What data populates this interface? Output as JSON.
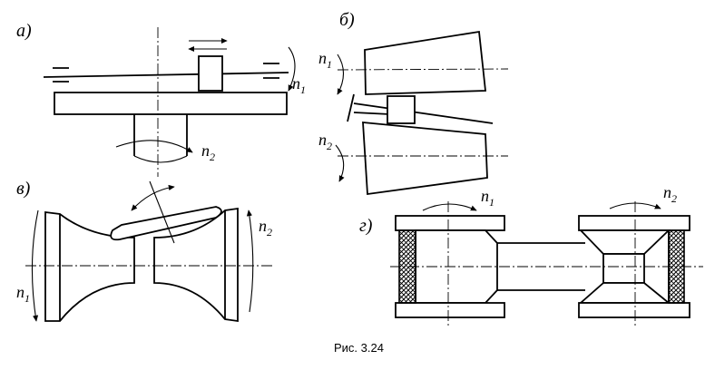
{
  "caption": "Рис. 3.24",
  "panels": {
    "a": {
      "label": "а)",
      "n1": "n",
      "n1_sub": "1",
      "n2": "n",
      "n2_sub": "2"
    },
    "b": {
      "label": "б)",
      "n1": "n",
      "n1_sub": "1",
      "n2": "n",
      "n2_sub": "2"
    },
    "v": {
      "label": "в)",
      "n1": "n",
      "n1_sub": "1",
      "n2": "n",
      "n2_sub": "2"
    },
    "g": {
      "label": "г)",
      "n1": "n",
      "n1_sub": "1",
      "n2": "n",
      "n2_sub": "2"
    }
  },
  "colors": {
    "ink": "#000000",
    "paper": "#ffffff"
  }
}
